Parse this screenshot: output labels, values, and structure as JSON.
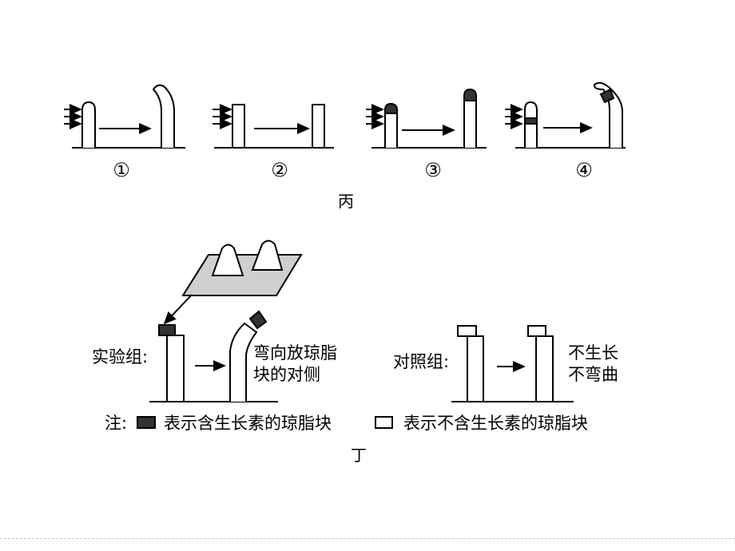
{
  "panel_bing": {
    "numbers": [
      "①",
      "②",
      "③",
      "④"
    ],
    "caption": "丙"
  },
  "panel_ding": {
    "experiment_label": "实验组:",
    "experiment_result_line1": "弯向放琼脂",
    "experiment_result_line2": "块的对侧",
    "control_label": "对照组:",
    "control_result_line1": "不生长",
    "control_result_line2": "不弯曲",
    "note_prefix": "注:",
    "note_with_auxin": "表示含生长素的琼脂块",
    "note_without_auxin": "表示不含生长素的琼脂块",
    "caption": "丁"
  },
  "colors": {
    "ink": "#000000",
    "agar_with_auxin": "#333333",
    "agar_plate": "#cfcfcf",
    "background": "#ffffff"
  }
}
